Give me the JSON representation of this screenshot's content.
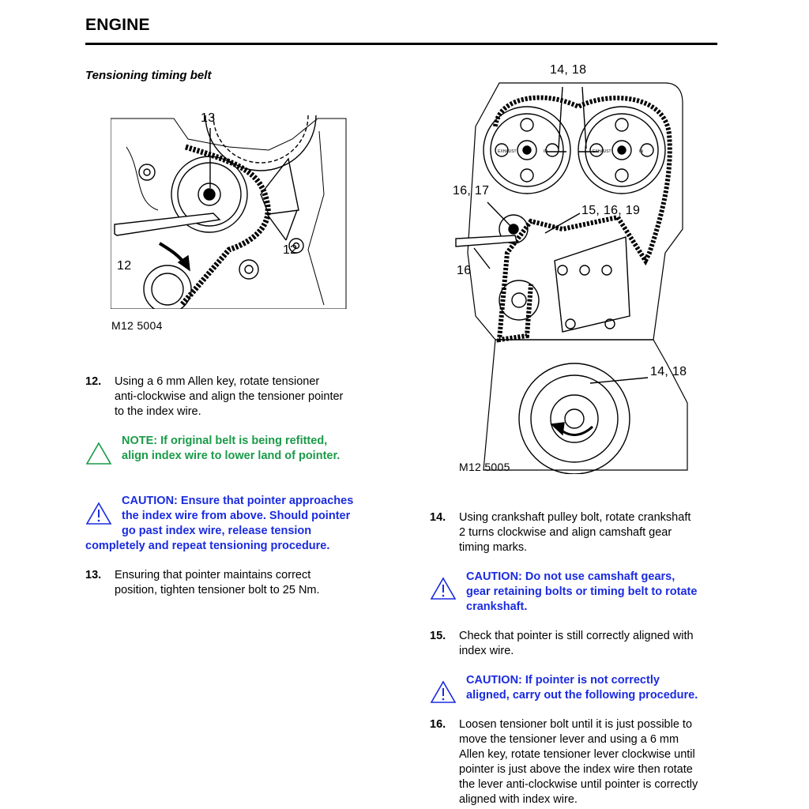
{
  "header": {
    "title": "ENGINE"
  },
  "section": {
    "heading": "Tensioning timing belt"
  },
  "figures": {
    "left": {
      "code": "M12 5004",
      "callouts": {
        "top": "13",
        "left": "12",
        "right": "12"
      }
    },
    "right": {
      "code": "M12 5005",
      "callouts": {
        "top": "14, 18",
        "left_upper": "16, 17",
        "mid": "15, 16, 19",
        "left_lower": "16",
        "crank": "14, 18"
      },
      "gear_labels": {
        "exhaust": "EXHAUST",
        "in": "IN"
      }
    }
  },
  "left_column": {
    "step12": {
      "number": "12.",
      "lines": [
        "Using a 6 mm Allen key, rotate tensioner",
        "anti-clockwise and align the tensioner pointer",
        "to the index wire."
      ]
    },
    "note": {
      "lines": [
        "NOTE: If original belt is being refitted,",
        "align index wire to lower land of pointer."
      ]
    },
    "caution1": {
      "lines": [
        "CAUTION: Ensure that pointer approaches",
        "the index wire from above. Should pointer",
        "go past index wire, release tension",
        "completely and repeat tensioning procedure."
      ]
    },
    "step13": {
      "number": "13.",
      "lines": [
        "Ensuring that pointer maintains correct",
        "position, tighten tensioner bolt to 25 Nm."
      ]
    }
  },
  "right_column": {
    "step14": {
      "number": "14.",
      "lines": [
        "Using crankshaft pulley bolt, rotate crankshaft",
        "2 turns clockwise and align camshaft gear",
        "timing marks."
      ]
    },
    "caution2": {
      "lines": [
        "CAUTION: Do not use camshaft gears,",
        "gear retaining bolts or timing belt to rotate",
        "crankshaft."
      ]
    },
    "step15": {
      "number": "15.",
      "lines": [
        "Check that pointer is still correctly aligned with",
        "index wire."
      ]
    },
    "caution3": {
      "lines": [
        "CAUTION: If pointer is not correctly",
        "aligned, carry out the following procedure."
      ]
    },
    "step16": {
      "number": "16.",
      "lines": [
        "Loosen tensioner bolt until it is just possible to",
        "move the tensioner lever and using a 6 mm",
        "Allen key, rotate tensioner lever clockwise until",
        "pointer is just above the index wire then rotate",
        "the lever anti-clockwise until pointer is correctly",
        "aligned with index wire."
      ]
    }
  },
  "colors": {
    "note": "#1a9a48",
    "caution": "#1a2be0"
  }
}
